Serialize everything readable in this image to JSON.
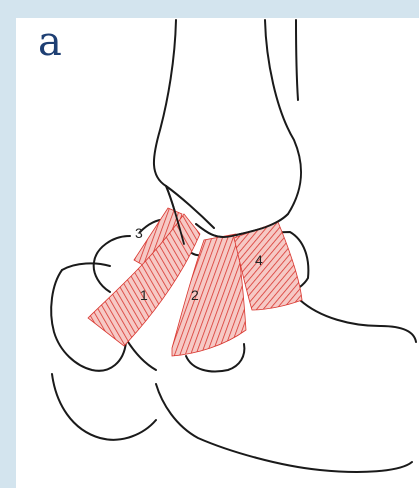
{
  "panel_label": "a",
  "ligament_labels": [
    "1",
    "2",
    "3",
    "4"
  ],
  "colors": {
    "background": "#d3e4ee",
    "panel": "#ffffff",
    "ligament": "#e0483f",
    "outline": "#1a1a1a",
    "panel_letter": "#1e3f73"
  }
}
